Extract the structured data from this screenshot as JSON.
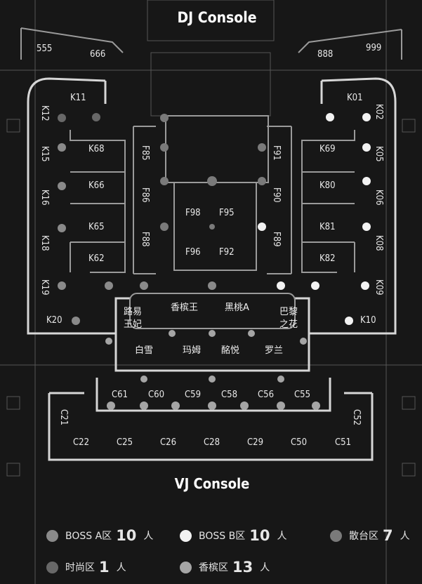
{
  "titles": {
    "top": "DJ Console",
    "bottom": "VJ Console"
  },
  "colors": {
    "boss_a": "#8a8a8a",
    "boss_b": "#f2f2f2",
    "sanTai": "#7a7a7a",
    "shiShang": "#686868",
    "xiangBin": "#a5a5a5"
  },
  "corners": {
    "c555": "555",
    "c666": "666",
    "c888": "888",
    "c999": "999"
  },
  "left_booths": {
    "k11": "K11",
    "k12": "K12",
    "k15": "K15",
    "k16": "K16",
    "k18": "K18",
    "k19": "K19",
    "k20": "K20"
  },
  "left_inner": {
    "k68": "K68",
    "k66": "K66",
    "k65": "K65",
    "k62": "K62"
  },
  "left_f": {
    "f85": "F85",
    "f86": "F86",
    "f88": "F88"
  },
  "center_f": {
    "f98": "F98",
    "f95": "F95",
    "f96": "F96",
    "f92": "F92"
  },
  "right_f": {
    "f91": "F91",
    "f90": "F90",
    "f89": "F89"
  },
  "right_inner": {
    "k69": "K69",
    "k80": "K80",
    "k81": "K81",
    "k82": "K82"
  },
  "right_booths": {
    "k01": "K01",
    "k02": "K02",
    "k05": "K05",
    "k06": "K06",
    "k08": "K08",
    "k09": "K09",
    "k10": "K10"
  },
  "vip": {
    "luyi": "路易",
    "wangfei": "王妃",
    "xiangbinwang": "香槟王",
    "heitaoa": "黑桃A",
    "bali": "巴黎",
    "zhihua": "之花",
    "baixue": "白雪",
    "mamu": "玛姆",
    "kuyue": "酩悦",
    "luolan": "罗兰"
  },
  "c_row1": {
    "c61": "C61",
    "c60": "C60",
    "c59": "C59",
    "c58": "C58",
    "c56": "C56",
    "c55": "C55"
  },
  "c_row2": {
    "c21": "C21",
    "c52": "C52",
    "c22": "C22",
    "c25": "C25",
    "c26": "C26",
    "c28": "C28",
    "c29": "C29",
    "c50": "C50",
    "c51": "C51"
  },
  "legend": {
    "boss_a": {
      "name": "BOSS A区",
      "count": "10",
      "unit": "人"
    },
    "boss_b": {
      "name": "BOSS B区",
      "count": "10",
      "unit": "人"
    },
    "santai": {
      "name": "散台区",
      "count": "7",
      "unit": "人"
    },
    "shishang": {
      "name": "时尚区",
      "count": "1",
      "unit": "人"
    },
    "xiangbin": {
      "name": "香槟区",
      "count": "13",
      "unit": "人"
    }
  }
}
